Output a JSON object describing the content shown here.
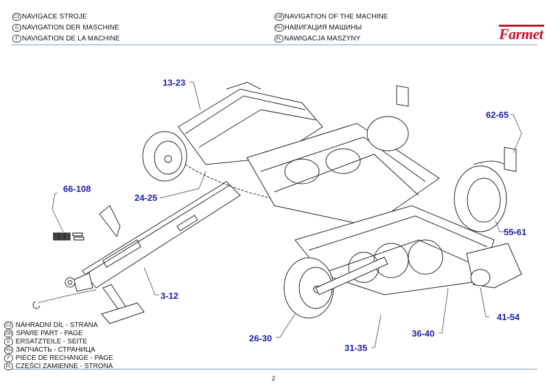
{
  "header": {
    "left": [
      {
        "lang": "CZ",
        "text": "NAVIGACE STROJE"
      },
      {
        "lang": "D",
        "text": "NAVIGATION DER MASCHINE"
      },
      {
        "lang": "F",
        "text": "NAVIGATION DE LA MACHINE"
      }
    ],
    "right": [
      {
        "lang": "GB",
        "text": "NAVIGATION OF THE MACHINE"
      },
      {
        "lang": "RU",
        "text": "НАВИГАЦИЯ МАШИНЫ"
      },
      {
        "lang": "PL",
        "text": "NAWIGACJA MASZYNY"
      }
    ],
    "logo": {
      "text": "Farmet",
      "color": "#c8102e"
    }
  },
  "callouts": [
    {
      "id": "c1",
      "label": "13-23"
    },
    {
      "id": "c2",
      "label": "24-25"
    },
    {
      "id": "c3",
      "label": "66-108"
    },
    {
      "id": "c4",
      "label": "62-65"
    },
    {
      "id": "c5",
      "label": "55-61"
    },
    {
      "id": "c6",
      "label": "3-12"
    },
    {
      "id": "c7",
      "label": "41-54"
    },
    {
      "id": "c8",
      "label": "26-30"
    },
    {
      "id": "c9",
      "label": "31-35"
    },
    {
      "id": "c10",
      "label": "36-40"
    }
  ],
  "legend": [
    {
      "lang": "CZ",
      "text": "NÁHRADNÍ DÍL - STRANA"
    },
    {
      "lang": "GB",
      "text": "SPARE PART - PAGE"
    },
    {
      "lang": "D",
      "text": "ERSATZTEILE - SEITE"
    },
    {
      "lang": "RU",
      "text": "ЗАПЧАСТЬ - СТРАНИЦА"
    },
    {
      "lang": "F",
      "text": "PIÈCE DE RECHANGE - PAGE"
    },
    {
      "lang": "PL",
      "text": "CZĘŚCI ZAMIENNE - STRONA"
    }
  ],
  "page_number": "2",
  "colors": {
    "callout": "#1f1fa8",
    "rule": "#7f9ab3",
    "brand": "#c8102e"
  }
}
